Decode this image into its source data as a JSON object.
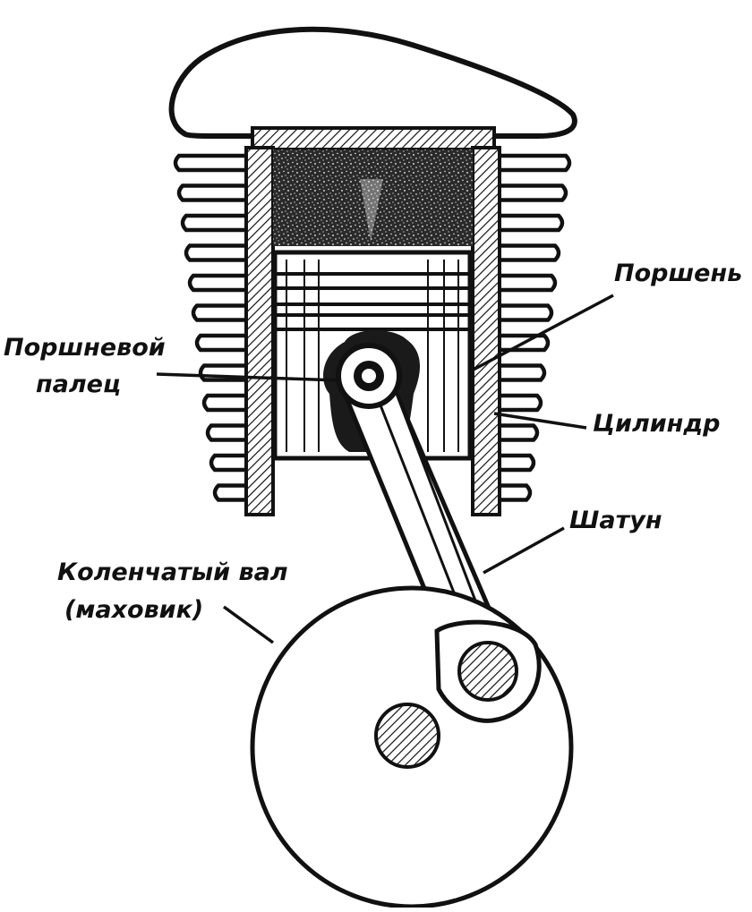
{
  "labels": {
    "piston": "Поршень",
    "pin_line1": "Поршневой",
    "pin_line2": "палец",
    "cylinder": "Цилиндр",
    "rod": "Шатун",
    "crank_line1": "Коленчатый вал",
    "crank_line2": "(маховик)"
  },
  "colors": {
    "ink": "#111111",
    "paper": "#ffffff",
    "charge": "#333333"
  }
}
